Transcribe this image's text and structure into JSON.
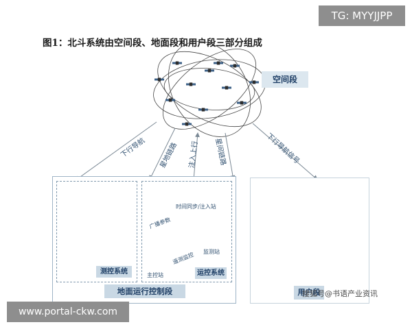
{
  "watermark_top": "TG: MYYJJPP",
  "watermark_bottom": "www.portal-ckw.com",
  "figure_title": "图1：北斗系统由空间段、地面段和用户段三部分组成",
  "space_segment": "空间段",
  "ground_segment": "地面运行控制段",
  "user_segment": "用户段",
  "user_watermark": "搜狐号@书语产业资讯",
  "links": {
    "left_1": "下行导航",
    "left_2": "星地链路",
    "mid_1": "注入上行",
    "mid_2": "星间链路",
    "right": "下行导航信号"
  },
  "subsystems": {
    "monitoring": "测控系统",
    "operation": "运控系统",
    "main_station": "主控站",
    "time_sync": "时间同步/注入站",
    "broadcast": "广播参数",
    "telemetry": "遥测监控",
    "monitor_station": "监测站"
  },
  "colors": {
    "accent": "#1f3f66",
    "label_bg": "#c9d8e4",
    "arrow": "#7a8894",
    "building": "#3566a8"
  }
}
